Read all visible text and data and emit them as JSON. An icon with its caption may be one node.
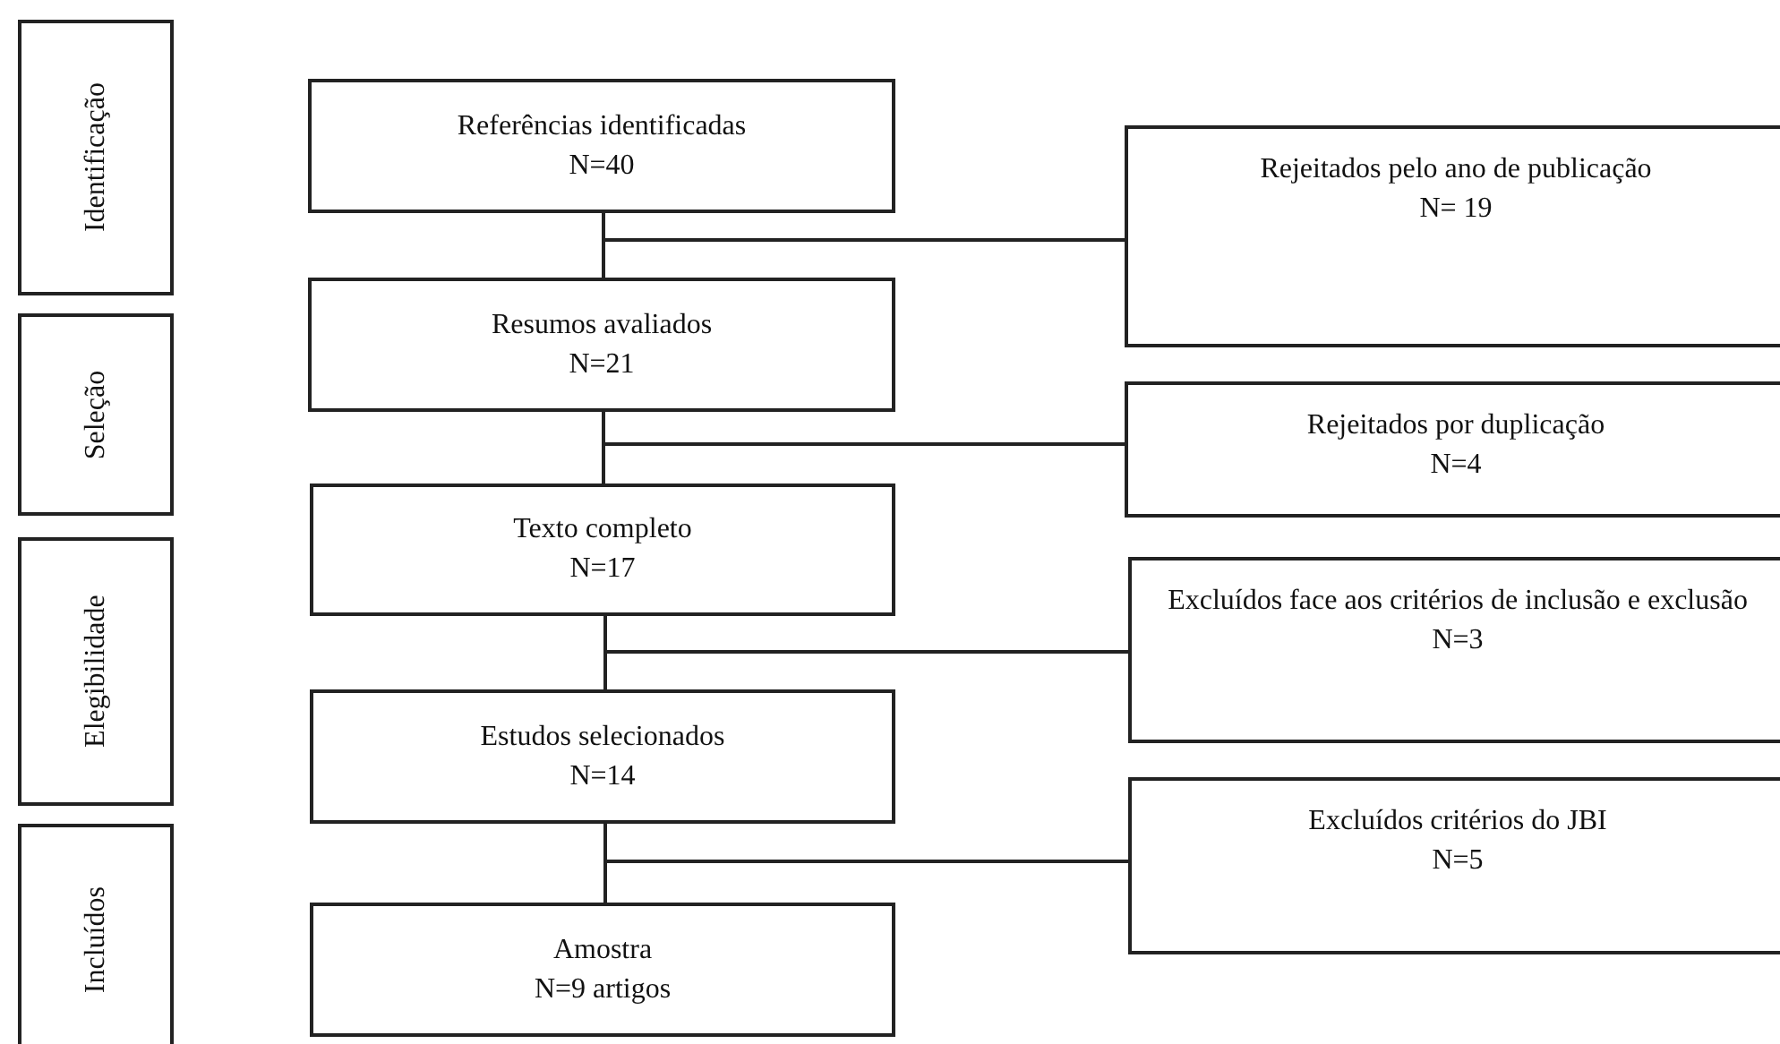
{
  "diagram": {
    "nodes": [
      {
        "text": [
          "Identificação"
        ]
      },
      {
        "text": [
          "Seleção"
        ]
      },
      {
        "text": [
          "Elegibilidade"
        ]
      },
      {
        "text": [
          "Incluídos"
        ]
      },
      {
        "text": [
          "Referências identificadas",
          "N=40"
        ]
      },
      {
        "text": [
          "Rejeitados pelo ano de publicação",
          "N= 19"
        ]
      },
      {
        "text": [
          "Resumos avaliados",
          "N=21"
        ]
      },
      {
        "text": [
          "Rejeitados por duplicação",
          "N=4"
        ]
      },
      {
        "text": [
          "Texto completo",
          "N=17"
        ]
      },
      {
        "text": [
          "Excluídos face aos critérios de inclusão e exclusão",
          "N=3"
        ]
      },
      {
        "text": [
          "Estudos selecionados",
          "N=14"
        ]
      },
      {
        "text": [
          "Excluídos critérios do JBI",
          "N=5"
        ]
      },
      {
        "text": [
          "Amostra",
          "N=9 artigos"
        ]
      }
    ],
    "edges": [
      {
        "from": 4,
        "to": 6,
        "arrow": "none"
      },
      {
        "from": 4,
        "to": 5,
        "arrow": "none"
      },
      {
        "from": 6,
        "to": 8,
        "arrow": "none"
      },
      {
        "from": 6,
        "to": 7,
        "arrow": "none"
      },
      {
        "from": 8,
        "to": 10,
        "arrow": "none"
      },
      {
        "from": 8,
        "to": 9,
        "arrow": "none"
      },
      {
        "from": 10,
        "to": 12,
        "arrow": "none"
      },
      {
        "from": 10,
        "to": 11,
        "arrow": "none"
      }
    ]
  }
}
